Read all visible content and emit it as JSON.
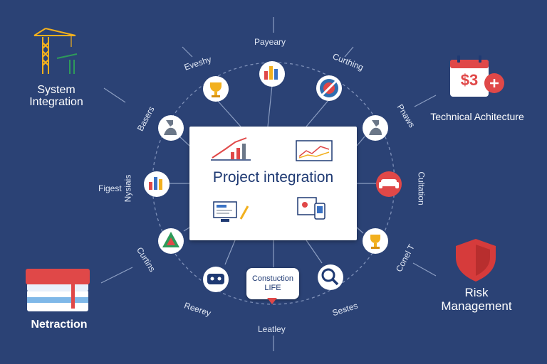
{
  "center": {
    "title": "Project integration"
  },
  "badge": {
    "line1": "Constuction",
    "line2": "LIFE"
  },
  "corners": {
    "top_left": "System\nIntegration",
    "top_right": "Technical Achitecture",
    "money_badge": "$3",
    "bottom_left": "Netraction",
    "bottom_right": "Risk\nManagement"
  },
  "labels": {
    "top": "Payeary",
    "top_left": "Eveshy",
    "top_right": "Curthing",
    "upper_left": "Basers",
    "upper_right": "Pnaws",
    "left_outer": "Figest",
    "left_inner": "Nysiais",
    "right": "Cultation",
    "lower_left": "Curtins",
    "lower_right": "Conel T",
    "bottom_left": "Reerey",
    "bottom_right": "Sestes",
    "bottom": "Leatley"
  },
  "icons": {
    "top": "bar-chart-icon",
    "top_left": "trophy-icon",
    "top_right": "no-entry-icon",
    "upper_left": "worker-icon",
    "upper_right": "worker-icon",
    "left": "bar-chart-icon",
    "right": "sofa-icon",
    "lower_left": "triangle-icon",
    "lower_right": "trophy-icon",
    "bottom_left": "robot-icon",
    "bottom_right": "magnifier-icon"
  },
  "colors": {
    "background": "#2b4275",
    "red": "#e04848",
    "navy": "#1f3a73",
    "gold": "#f2b01e"
  }
}
